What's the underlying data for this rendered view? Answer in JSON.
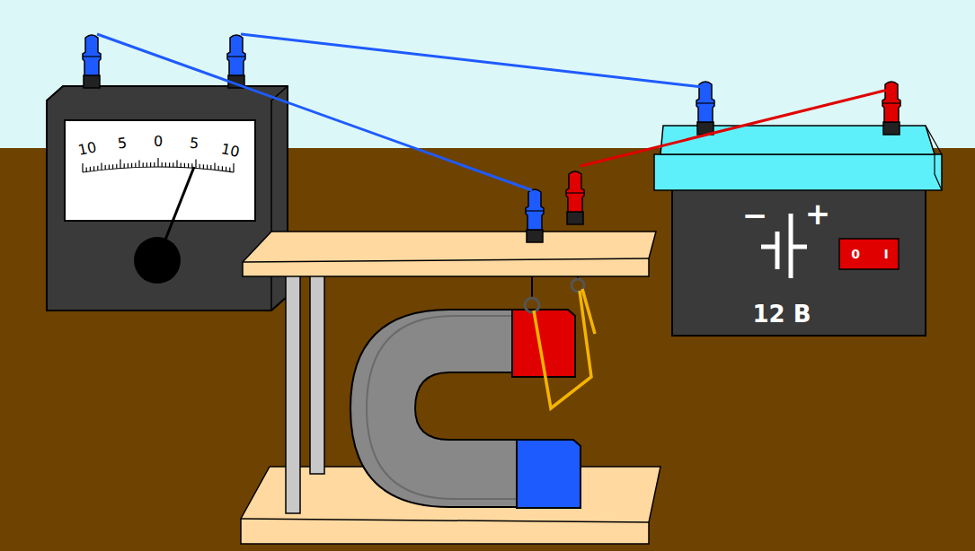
{
  "diagram": {
    "labels": [
      "10",
      "5",
      "0",
      "5",
      "10",
      "−",
      "+",
      "12 В",
      "0",
      "I"
    ]
  }
}
